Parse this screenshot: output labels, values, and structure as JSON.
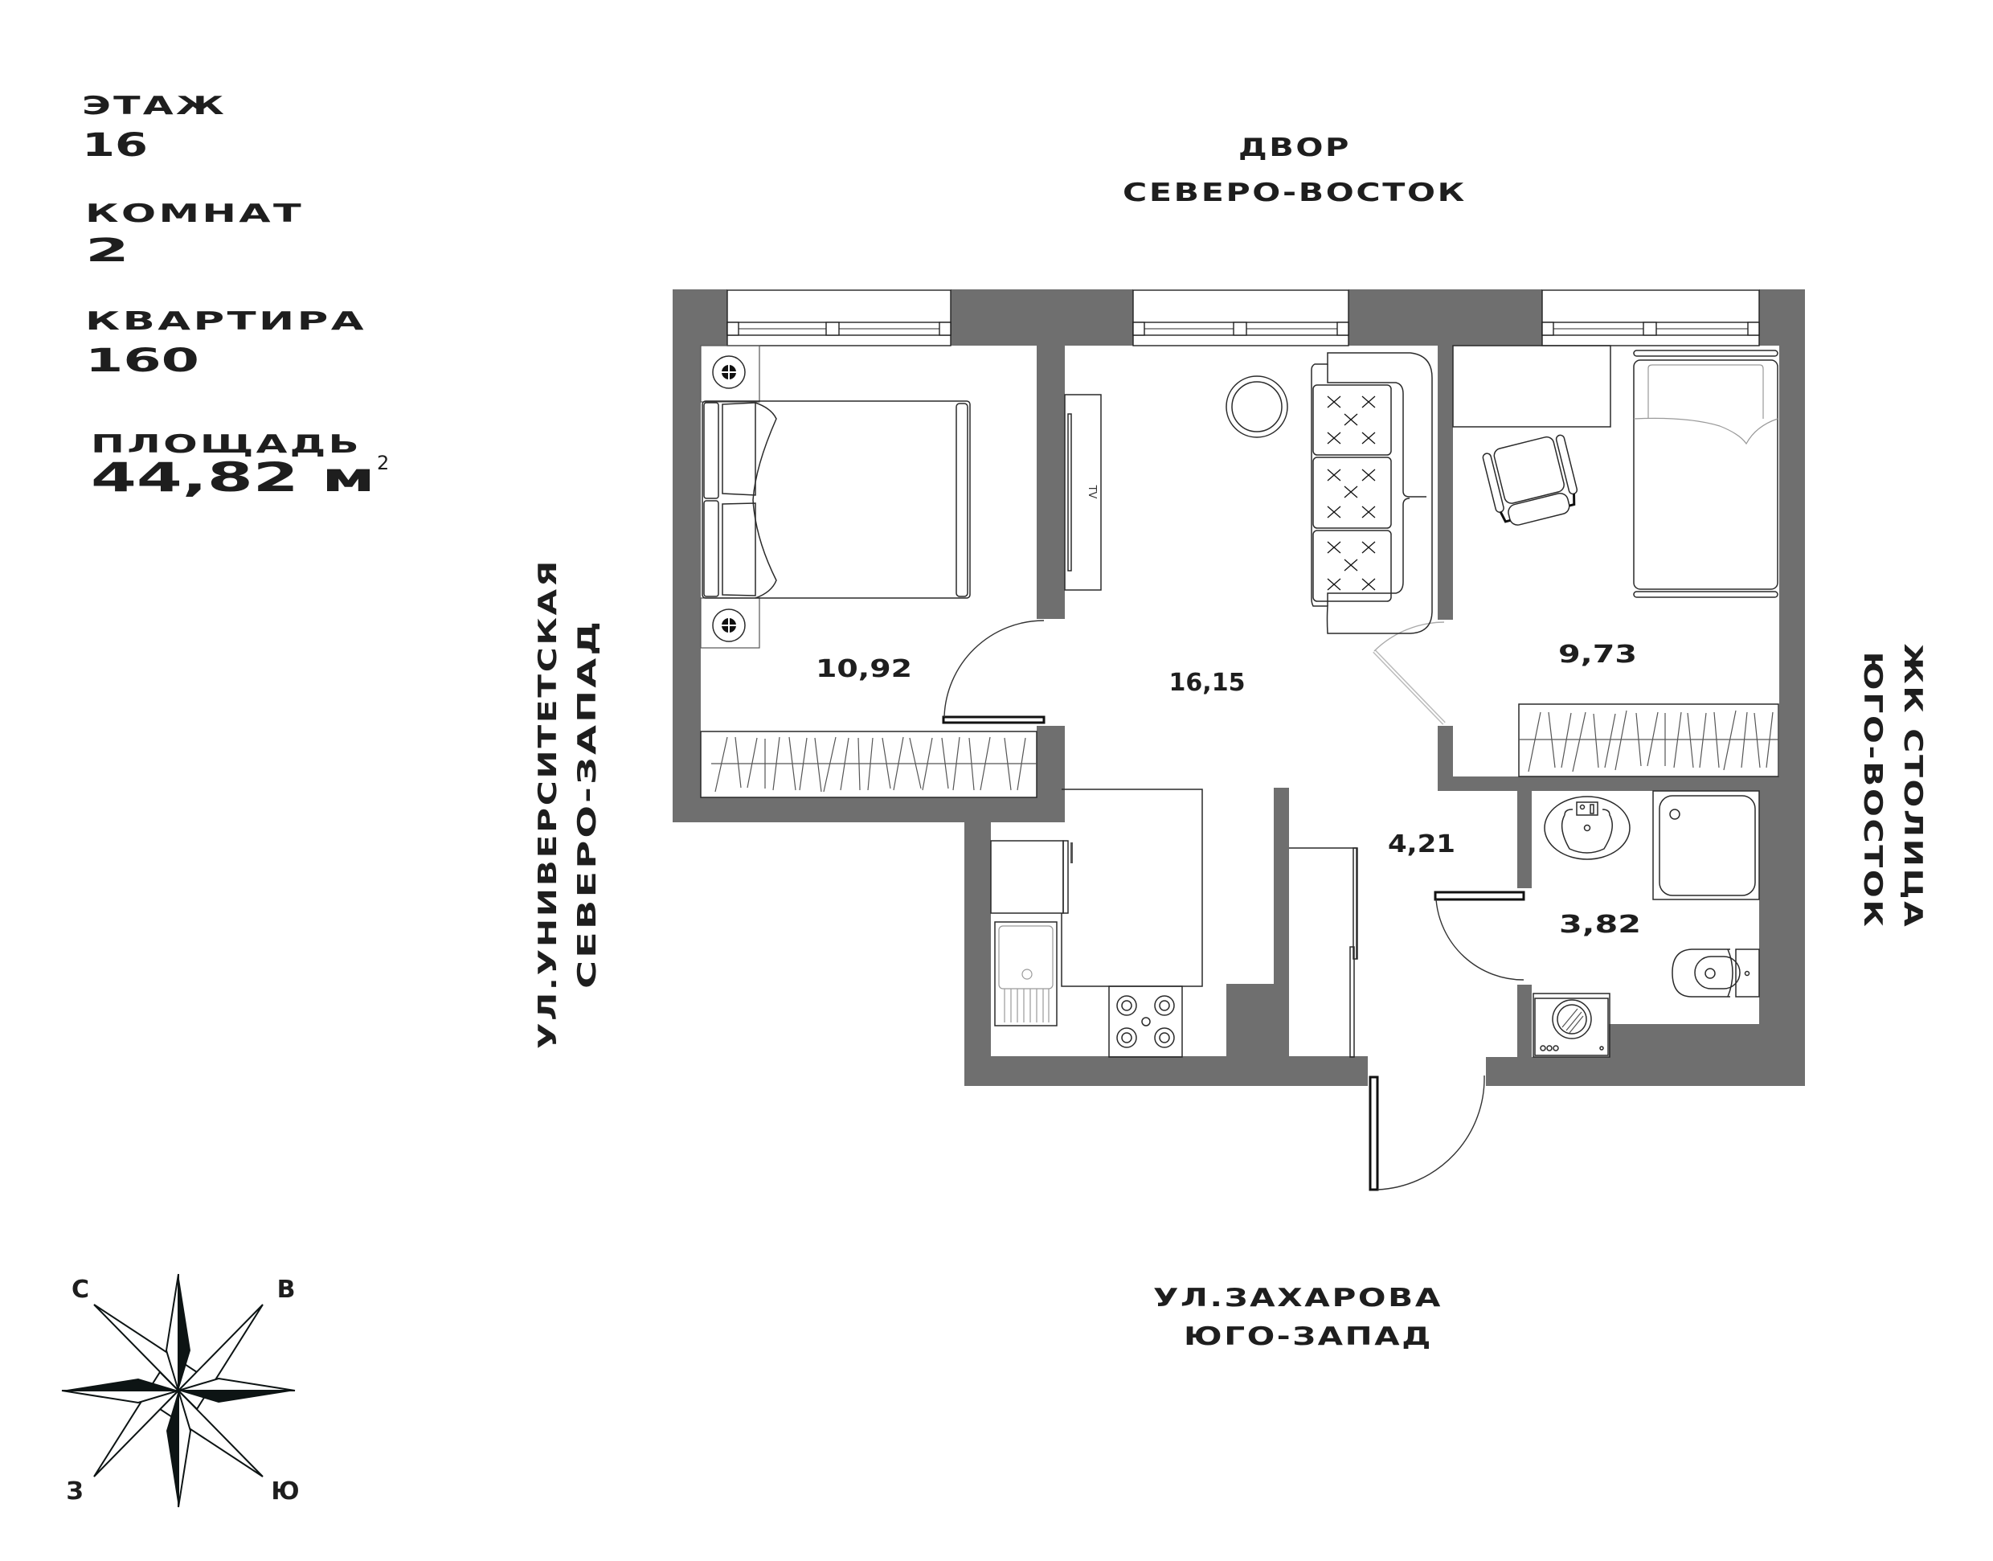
{
  "info": {
    "floor_label": "ЭТАЖ",
    "floor_value": "16",
    "rooms_label": "КОМНАТ",
    "rooms_value": "2",
    "apartment_label": "КВАРТИРА",
    "apartment_value": "160",
    "area_label": "ПЛОЩАДЬ",
    "area_value": "44,82 м",
    "area_unit_sup": "2"
  },
  "orientation": {
    "top_line1": "ДВОР",
    "top_line2": "СЕВЕРО-ВОСТОК",
    "bottom_line1": "УЛ.ЗАХАРОВА",
    "bottom_line2": "ЮГО-ЗАПАД",
    "left_line1": "УЛ.УНИВЕРСИТЕТСКАЯ",
    "left_line2": "СЕВЕРО-ЗАПАД",
    "right_line1": "ЖК СТОЛИЦА",
    "right_line2": "ЮГО-ВОСТОК"
  },
  "rooms": [
    {
      "name": "bedroom-left",
      "area": "10,92"
    },
    {
      "name": "living-room",
      "area": "16,15"
    },
    {
      "name": "bedroom-right",
      "area": "9,73"
    },
    {
      "name": "hallway",
      "area": "4,21"
    },
    {
      "name": "bathroom",
      "area": "3,82"
    }
  ],
  "furniture": {
    "tv_label": "TV"
  },
  "compass": {
    "north": "С",
    "east": "В",
    "west": "З",
    "south": "Ю"
  },
  "colors": {
    "wall": "#6f6f6f",
    "text": "#1e1e1e",
    "background": "#ffffff",
    "compass": "#0d1414"
  }
}
